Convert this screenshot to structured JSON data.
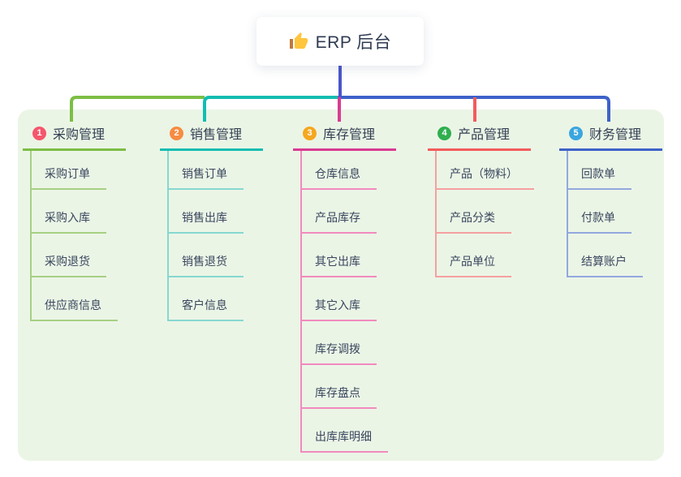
{
  "root": {
    "title": "ERP 后台",
    "icon": "thumbs-up-icon"
  },
  "canvas": {
    "panel_bg": "#EBF5E6",
    "stem_color": "#4A56CA",
    "text_color": "#333F53"
  },
  "branches": [
    {
      "badge": "1",
      "label": "采购管理",
      "badge_color": "#F5566B",
      "color": "#7CBE45",
      "child_color": "#A6D083",
      "children": [
        "采购订单",
        "采购入库",
        "采购退货",
        "供应商信息"
      ]
    },
    {
      "badge": "2",
      "label": "销售管理",
      "badge_color": "#F68C42",
      "color": "#13BDB1",
      "child_color": "#86D8D0",
      "children": [
        "销售订单",
        "销售出库",
        "销售退货",
        "客户信息"
      ]
    },
    {
      "badge": "3",
      "label": "库存管理",
      "badge_color": "#F5A71F",
      "color": "#D93B92",
      "child_color": "#F18ABE",
      "children": [
        "仓库信息",
        "产品库存",
        "其它出库",
        "其它入库",
        "库存调拨",
        "库存盘点",
        "出库库明细"
      ]
    },
    {
      "badge": "4",
      "label": "产品管理",
      "badge_color": "#2FAF4F",
      "color": "#F25C5C",
      "child_color": "#F5A0A0",
      "children": [
        "产品（物料）",
        "产品分类",
        "产品单位"
      ]
    },
    {
      "badge": "5",
      "label": "财务管理",
      "badge_color": "#3BA6DF",
      "color": "#3E62C9",
      "child_color": "#93A8DE",
      "children": [
        "回款单",
        "付款单",
        "结算账户"
      ]
    }
  ]
}
